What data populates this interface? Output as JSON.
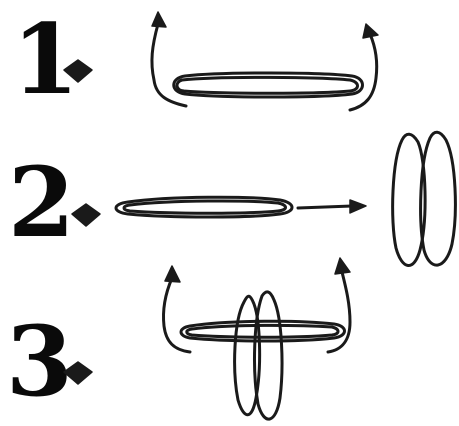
{
  "steps": [
    {
      "number": "1"
    },
    {
      "number": "2"
    },
    {
      "number": "3"
    }
  ],
  "colors": {
    "ink": "#1a1a1a",
    "background": "#ffffff"
  }
}
